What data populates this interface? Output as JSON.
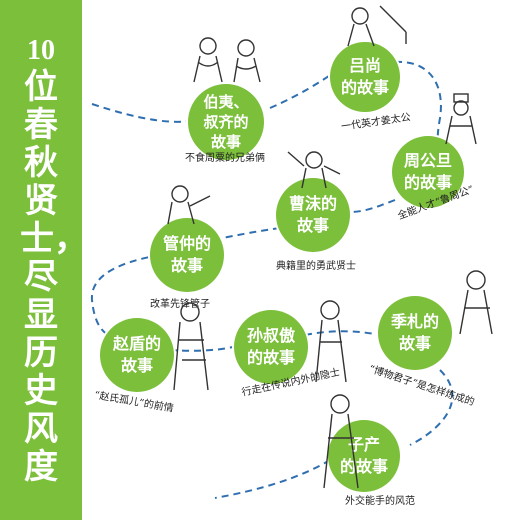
{
  "sidebar": {
    "title_number": "10",
    "title_lines": [
      "位",
      "春",
      "秋",
      "贤",
      "士，",
      "尽",
      "显",
      "历",
      "史",
      "风",
      "度"
    ],
    "color": "#7cbf3b"
  },
  "stories": [
    {
      "line1": "伯夷、",
      "line2": "叔齐的",
      "line3": "故事",
      "caption": "不食周粟的兄弟俩"
    },
    {
      "line1": "吕尚",
      "line2": "的故事",
      "caption": "一代英才姜太公"
    },
    {
      "line1": "周公旦",
      "line2": "的故事",
      "caption": "全能人才“鲁周公”"
    },
    {
      "line1": "曹沫的",
      "line2": "故事",
      "caption": "典籍里的勇武贤士"
    },
    {
      "line1": "管仲的",
      "line2": "故事",
      "caption": "改革先锋管子"
    },
    {
      "line1": "赵盾的",
      "line2": "故事",
      "caption": "“赵氏孤儿”的前情"
    },
    {
      "line1": "孙叔傲",
      "line2": "的故事",
      "caption": "行走在传说内外的隐士"
    },
    {
      "line1": "季札的",
      "line2": "故事",
      "caption": "“博物君子”是怎样炼成的"
    },
    {
      "line1": "子产",
      "line2": "的故事",
      "caption": "外交能手的风范"
    }
  ],
  "colors": {
    "circle": "#7cbf3b",
    "path": "#2f6fb0",
    "caption": "#222222"
  }
}
